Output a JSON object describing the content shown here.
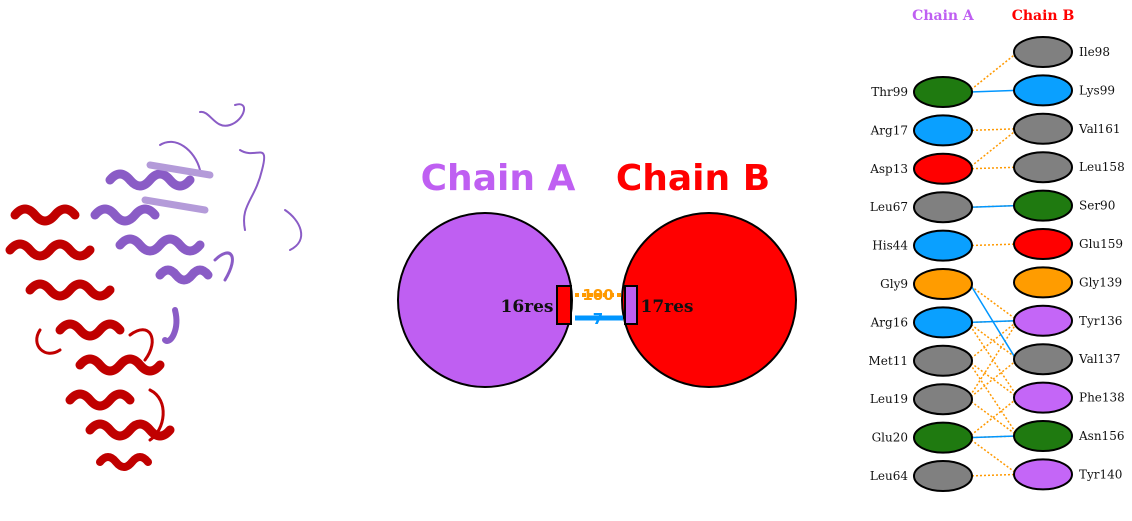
{
  "colors": {
    "chain_a": "#bf5ff2",
    "chain_b": "#ff0000",
    "nonbonded": "#ff9900",
    "hbond": "#0096ff",
    "res_green": "#1f7a10",
    "res_blue": "#0aa0ff",
    "res_red": "#ff0000",
    "res_grey": "#808080",
    "res_orange": "#ff9c00",
    "res_purple": "#c466f7",
    "ribbon_red": "#c00000",
    "ribbon_purple": "#8a5cc6"
  },
  "overview": {
    "chain_a_title": "Chain A",
    "chain_b_title": "Chain B",
    "chain_a_residues": "16res",
    "chain_b_residues": "17res",
    "nonbonded_count": "100",
    "hbond_count": "7"
  },
  "residue_plot": {
    "chain_a_header": "Chain A",
    "chain_b_header": "Chain B",
    "chain_a": [
      {
        "name": "Thr99",
        "color": "res_green"
      },
      {
        "name": "Arg17",
        "color": "res_blue"
      },
      {
        "name": "Asp13",
        "color": "res_red"
      },
      {
        "name": "Leu67",
        "color": "res_grey"
      },
      {
        "name": "His44",
        "color": "res_blue"
      },
      {
        "name": "Gly9",
        "color": "res_orange"
      },
      {
        "name": "Arg16",
        "color": "res_blue"
      },
      {
        "name": "Met11",
        "color": "res_grey"
      },
      {
        "name": "Leu19",
        "color": "res_grey"
      },
      {
        "name": "Glu20",
        "color": "res_green"
      },
      {
        "name": "Leu64",
        "color": "res_grey"
      }
    ],
    "chain_b": [
      {
        "name": "Ile98",
        "color": "res_grey"
      },
      {
        "name": "Lys99",
        "color": "res_blue"
      },
      {
        "name": "Val161",
        "color": "res_grey"
      },
      {
        "name": "Leu158",
        "color": "res_grey"
      },
      {
        "name": "Ser90",
        "color": "res_green"
      },
      {
        "name": "Glu159",
        "color": "res_red"
      },
      {
        "name": "Gly139",
        "color": "res_orange"
      },
      {
        "name": "Tyr136",
        "color": "res_purple"
      },
      {
        "name": "Val137",
        "color": "res_grey"
      },
      {
        "name": "Phe138",
        "color": "res_purple"
      },
      {
        "name": "Asn156",
        "color": "res_green"
      },
      {
        "name": "Tyr140",
        "color": "res_purple"
      }
    ],
    "nonbonded_links": [
      [
        0,
        0
      ],
      [
        1,
        2
      ],
      [
        2,
        3
      ],
      [
        3,
        4
      ],
      [
        4,
        5
      ],
      [
        6,
        7
      ],
      [
        6,
        8
      ],
      [
        7,
        7
      ],
      [
        7,
        9
      ],
      [
        8,
        7
      ],
      [
        8,
        8
      ],
      [
        9,
        9
      ],
      [
        9,
        10
      ],
      [
        9,
        11
      ],
      [
        10,
        11
      ],
      [
        5,
        7
      ],
      [
        2,
        2
      ],
      [
        7,
        10
      ],
      [
        6,
        9
      ],
      [
        8,
        10
      ]
    ],
    "hbond_links": [
      [
        0,
        1
      ],
      [
        3,
        4
      ],
      [
        6,
        7
      ],
      [
        9,
        10
      ],
      [
        5,
        8
      ]
    ]
  }
}
